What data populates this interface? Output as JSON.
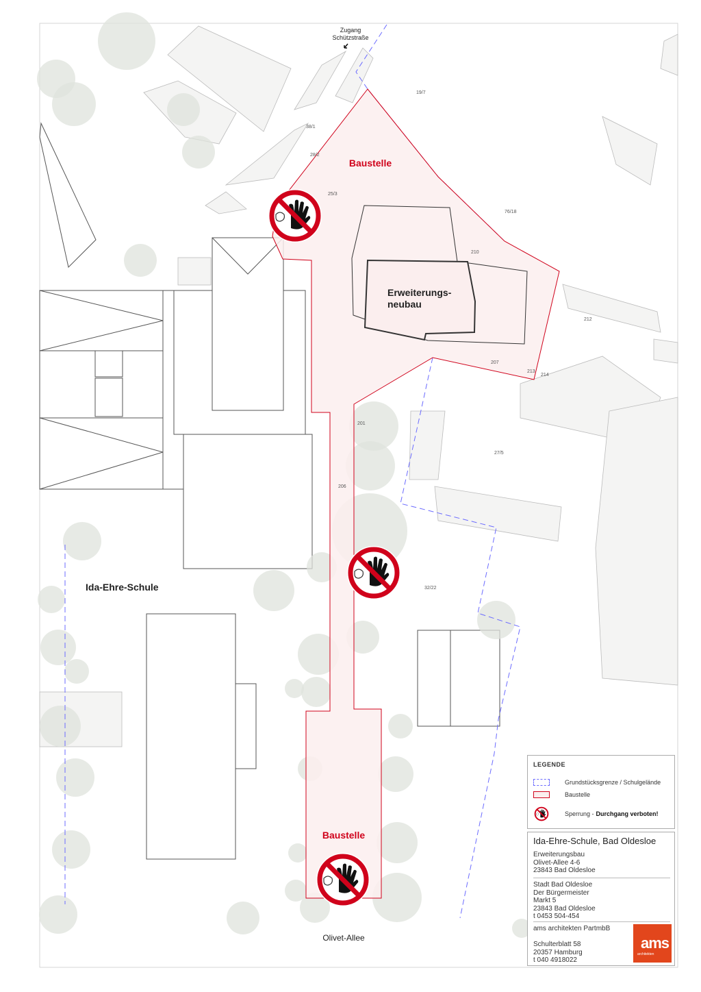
{
  "map": {
    "access_label_line1": "Zugang",
    "access_label_line2": "Schützstraße",
    "site_label_top": "Baustelle",
    "site_label_bottom": "Baustelle",
    "new_building_line1": "Erweiterungs-",
    "new_building_line2": "neubau",
    "school_label": "Ida-Ehre-Schule",
    "street_label": "Olivet-Allee",
    "parcels": [
      "19/7",
      "38/1",
      "28/2",
      "25/3",
      "76/18",
      "210",
      "212",
      "207",
      "213",
      "214",
      "201",
      "27/5",
      "206",
      "32/22"
    ],
    "colors": {
      "site_fill": "#fbeeee",
      "site_stroke": "#d0021b",
      "boundary": "#6b6bff",
      "sign_red": "#d0021b"
    }
  },
  "legend": {
    "title": "LEGENDE",
    "items": [
      {
        "icon": "dashed-boundary-icon",
        "label": "Grundstücksgrenze / Schulgelände"
      },
      {
        "icon": "site-area-icon",
        "label": "Baustelle"
      },
      {
        "icon": "no-entry-hand-icon",
        "label": "Sperrung - ",
        "label_bold": "Durchgang verboten!"
      }
    ]
  },
  "titleblock": {
    "title": "Ida-Ehre-Schule, Bad Oldesloe",
    "project": [
      "Erweiterungsbau",
      "Olivet-Allee 4-6",
      "23843 Bad Oldesloe"
    ],
    "client": [
      "Stadt Bad Oldesloe",
      "Der Bürgermeister",
      "Markt 5",
      "23843 Bad Oldesloe",
      "t 0453 504-454"
    ],
    "architect": [
      "ams architekten PartmbB",
      "",
      "Schulterblatt 58",
      "20357 Hamburg",
      "t 040 4918022"
    ],
    "logo_text": "ams",
    "logo_sub": "architekten"
  }
}
